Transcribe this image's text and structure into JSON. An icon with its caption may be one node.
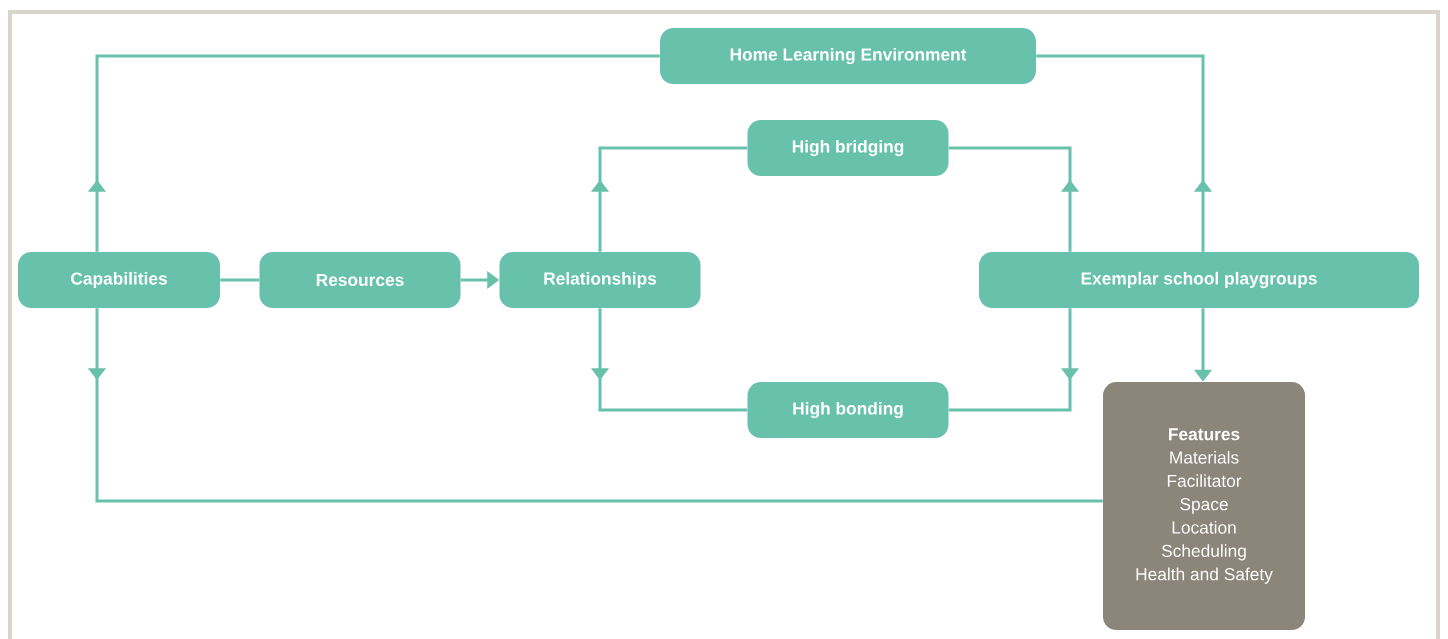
{
  "diagram": {
    "nodes": [
      {
        "text": [
          "Home Learning Environment"
        ]
      },
      {
        "text": [
          "High bridging"
        ]
      },
      {
        "text": [
          "Capabilities"
        ]
      },
      {
        "text": [
          "Resources"
        ]
      },
      {
        "text": [
          "Relationships"
        ]
      },
      {
        "text": [
          "Exemplar school playgroups"
        ]
      },
      {
        "text": [
          "High bonding"
        ]
      },
      {
        "text": [
          "Features",
          "Materials",
          "Facilitator",
          "Space",
          "Location",
          "Scheduling",
          "Health and Safety"
        ]
      }
    ],
    "edges": [
      {
        "from": 2,
        "to": 0,
        "arrow": "to"
      },
      {
        "from": 5,
        "to": 0,
        "arrow": "to"
      },
      {
        "from": 2,
        "to": 3,
        "arrow": "none"
      },
      {
        "from": 3,
        "to": 4,
        "arrow": "to"
      },
      {
        "from": 4,
        "to": 1,
        "arrow": "to"
      },
      {
        "from": 5,
        "to": 1,
        "arrow": "to"
      },
      {
        "from": 4,
        "to": 6,
        "arrow": "to"
      },
      {
        "from": 5,
        "to": 6,
        "arrow": "to"
      },
      {
        "from": 2,
        "to": 7,
        "arrow": "to"
      },
      {
        "from": 5,
        "to": 7,
        "arrow": "to"
      }
    ]
  }
}
